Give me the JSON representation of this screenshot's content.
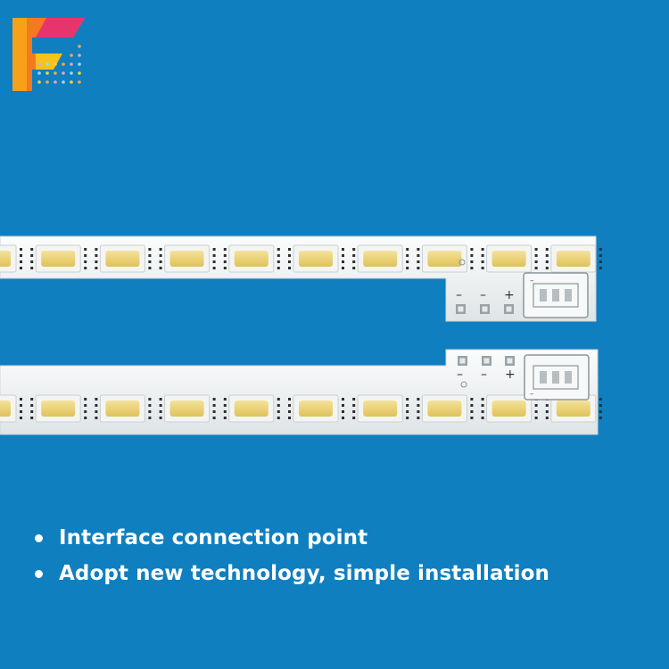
{
  "logo": {
    "name": "logo-f-icon",
    "colors": {
      "orange": "#f37a1f",
      "yellow": "#f7c21b",
      "pink": "#e8346c",
      "dots": "#f7d23c"
    }
  },
  "background_color": "#0f7fc0",
  "led_strips": {
    "count": 2,
    "leds_per_strip": 10,
    "strip_color": "#eef1f2",
    "led_color": "#e8cf73",
    "polarity_labels": [
      "–",
      "–",
      "+"
    ]
  },
  "features": [
    "Interface connection point",
    "Adopt new technology, simple installation"
  ]
}
